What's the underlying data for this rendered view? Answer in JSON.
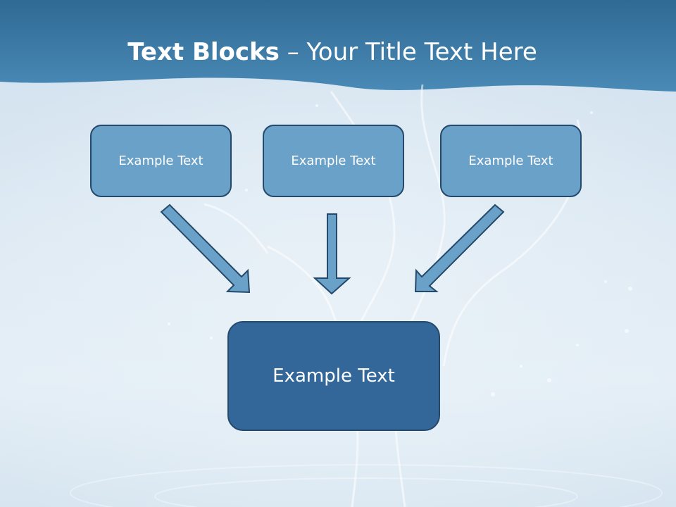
{
  "slide": {
    "title_bold": "Text Blocks",
    "title_dash": "–",
    "title_rest": "Your Title Text Here"
  },
  "diagram": {
    "top_boxes": [
      {
        "label": "Example Text"
      },
      {
        "label": "Example Text"
      },
      {
        "label": "Example Text"
      }
    ],
    "bottom_box": {
      "label": "Example Text"
    }
  },
  "colors": {
    "header": "#3a7aa6",
    "small_box_fill": "#6aa1c8",
    "large_box_fill": "#336699",
    "arrow_fill": "#6aa1c8",
    "border": "#25496b",
    "background": "#dde9f3"
  }
}
